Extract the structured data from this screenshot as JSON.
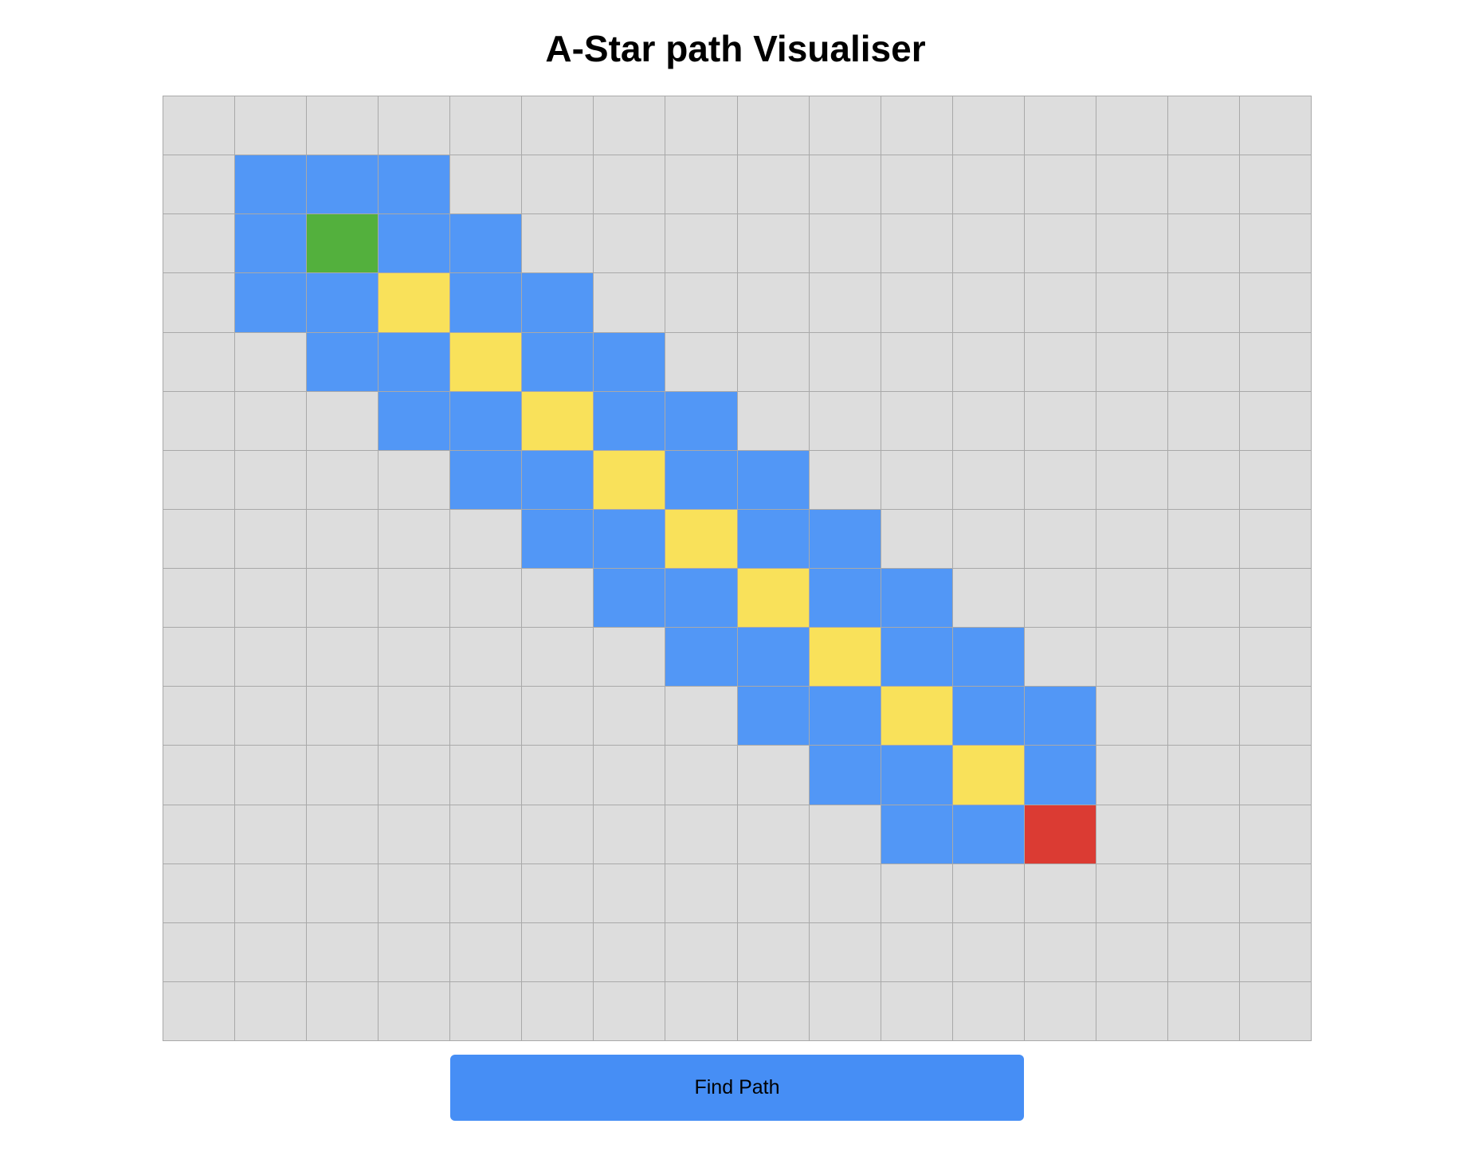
{
  "title": "A-Star path Visualiser",
  "button": {
    "label": "Find Path",
    "color": "#468ef5"
  },
  "grid": {
    "rows": 16,
    "cols": 16,
    "colors": {
      "empty": "#dddddd",
      "visited": "#5297f6",
      "path": "#f9e15a",
      "start": "#53b03d",
      "end": "#db3b33"
    },
    "start": [
      2,
      2
    ],
    "end": [
      12,
      12
    ],
    "path": [
      [
        3,
        3
      ],
      [
        4,
        4
      ],
      [
        5,
        5
      ],
      [
        6,
        6
      ],
      [
        7,
        7
      ],
      [
        8,
        8
      ],
      [
        9,
        9
      ],
      [
        10,
        10
      ],
      [
        11,
        11
      ]
    ],
    "visited": [
      [
        1,
        1
      ],
      [
        1,
        2
      ],
      [
        1,
        3
      ],
      [
        2,
        1
      ],
      [
        2,
        3
      ],
      [
        2,
        4
      ],
      [
        3,
        1
      ],
      [
        3,
        2
      ],
      [
        3,
        4
      ],
      [
        3,
        5
      ],
      [
        4,
        2
      ],
      [
        4,
        3
      ],
      [
        4,
        5
      ],
      [
        4,
        6
      ],
      [
        5,
        3
      ],
      [
        5,
        4
      ],
      [
        5,
        6
      ],
      [
        5,
        7
      ],
      [
        6,
        4
      ],
      [
        6,
        5
      ],
      [
        6,
        7
      ],
      [
        6,
        8
      ],
      [
        7,
        5
      ],
      [
        7,
        6
      ],
      [
        7,
        8
      ],
      [
        7,
        9
      ],
      [
        8,
        6
      ],
      [
        8,
        7
      ],
      [
        8,
        9
      ],
      [
        8,
        10
      ],
      [
        9,
        7
      ],
      [
        9,
        8
      ],
      [
        9,
        10
      ],
      [
        9,
        11
      ],
      [
        10,
        8
      ],
      [
        10,
        9
      ],
      [
        10,
        11
      ],
      [
        10,
        12
      ],
      [
        11,
        9
      ],
      [
        11,
        10
      ],
      [
        11,
        12
      ],
      [
        12,
        10
      ],
      [
        12,
        11
      ]
    ]
  }
}
